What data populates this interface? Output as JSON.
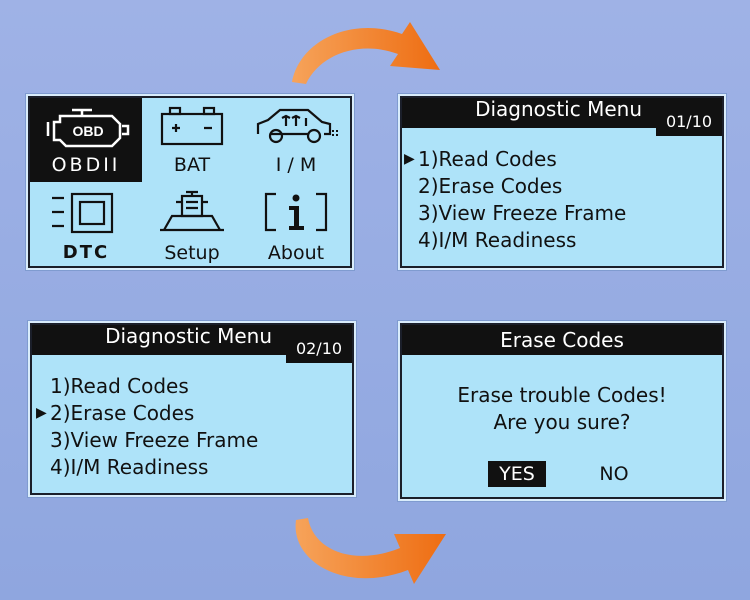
{
  "main_menu": {
    "tiles": [
      {
        "label": "OBDII",
        "icon": "engine-obd-icon",
        "selected": true
      },
      {
        "label": "BAT",
        "icon": "battery-icon",
        "selected": false
      },
      {
        "label": "I / M",
        "icon": "car-icon",
        "selected": false
      },
      {
        "label": "DTC",
        "icon": "dtc-icon",
        "selected": false
      },
      {
        "label": "Setup",
        "icon": "setup-icon",
        "selected": false
      },
      {
        "label": "About",
        "icon": "info-icon",
        "selected": false
      }
    ],
    "engine_icon_text": "OBD"
  },
  "diag_menu_1": {
    "title": "Diagnostic Menu",
    "page": "01/10",
    "items": [
      "1)Read Codes",
      "2)Erase Codes",
      "3)View Freeze Frame",
      "4)I/M Readiness"
    ],
    "selected_index": 0
  },
  "diag_menu_2": {
    "title": "Diagnostic Menu",
    "page": "02/10",
    "items": [
      "1)Read Codes",
      "2)Erase Codes",
      "3)View Freeze Frame",
      "4)I/M Readiness"
    ],
    "selected_index": 1
  },
  "erase_dialog": {
    "title": "Erase Codes",
    "line1": "Erase trouble Codes!",
    "line2": "Are you sure?",
    "yes_label": "YES",
    "no_label": "NO"
  },
  "pointer_glyph": "▶",
  "colors": {
    "background": "#9fb2e6",
    "screen": "#aee3f9",
    "bar": "#111111",
    "arrow": "#f07a1e"
  }
}
